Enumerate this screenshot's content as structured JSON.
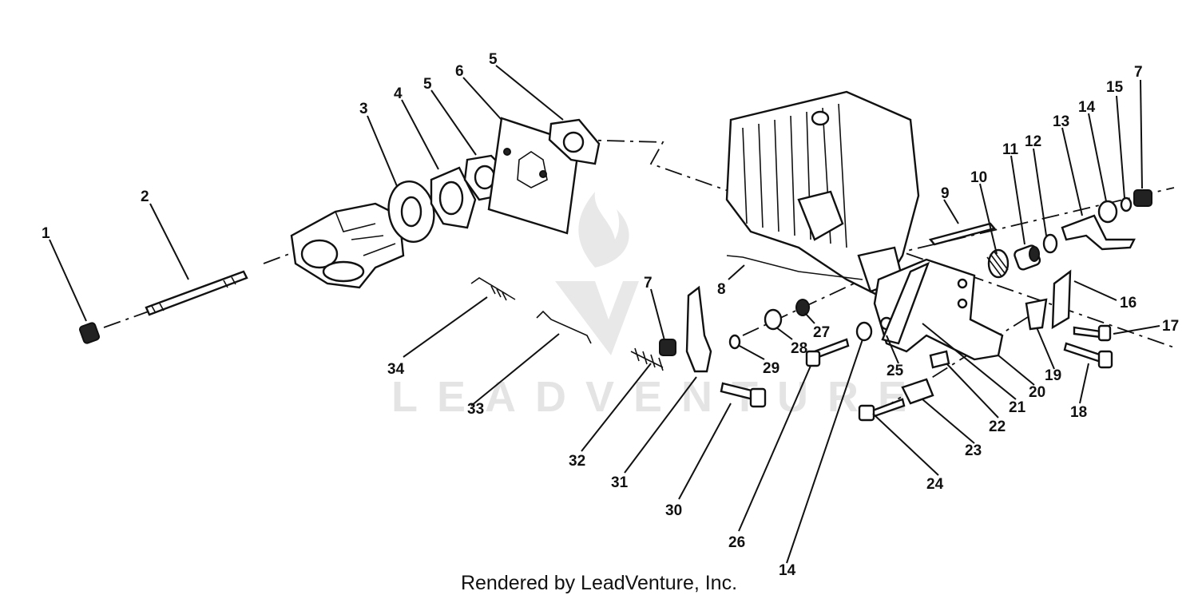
{
  "footer": {
    "credit": "Rendered by LeadVenture, Inc."
  },
  "watermark": {
    "text": "LEADVENTURE",
    "icon": "flame-v-logo"
  },
  "callouts": [
    {
      "id": "c1",
      "label": "1"
    },
    {
      "id": "c2",
      "label": "2"
    },
    {
      "id": "c3",
      "label": "3"
    },
    {
      "id": "c4",
      "label": "4"
    },
    {
      "id": "c5a",
      "label": "5"
    },
    {
      "id": "c5b",
      "label": "5"
    },
    {
      "id": "c6",
      "label": "6"
    },
    {
      "id": "c7a",
      "label": "7"
    },
    {
      "id": "c7b",
      "label": "7"
    },
    {
      "id": "c8",
      "label": "8"
    },
    {
      "id": "c9",
      "label": "9"
    },
    {
      "id": "c10",
      "label": "10"
    },
    {
      "id": "c11",
      "label": "11"
    },
    {
      "id": "c12",
      "label": "12"
    },
    {
      "id": "c13",
      "label": "13"
    },
    {
      "id": "c14a",
      "label": "14"
    },
    {
      "id": "c14b",
      "label": "14"
    },
    {
      "id": "c15",
      "label": "15"
    },
    {
      "id": "c16",
      "label": "16"
    },
    {
      "id": "c17",
      "label": "17"
    },
    {
      "id": "c18",
      "label": "18"
    },
    {
      "id": "c19",
      "label": "19"
    },
    {
      "id": "c20",
      "label": "20"
    },
    {
      "id": "c21",
      "label": "21"
    },
    {
      "id": "c22",
      "label": "22"
    },
    {
      "id": "c23",
      "label": "23"
    },
    {
      "id": "c24",
      "label": "24"
    },
    {
      "id": "c25",
      "label": "25"
    },
    {
      "id": "c26",
      "label": "26"
    },
    {
      "id": "c27",
      "label": "27"
    },
    {
      "id": "c28",
      "label": "28"
    },
    {
      "id": "c29",
      "label": "29"
    },
    {
      "id": "c30",
      "label": "30"
    },
    {
      "id": "c31",
      "label": "31"
    },
    {
      "id": "c32",
      "label": "32"
    },
    {
      "id": "c33",
      "label": "33"
    },
    {
      "id": "c34",
      "label": "34"
    }
  ]
}
